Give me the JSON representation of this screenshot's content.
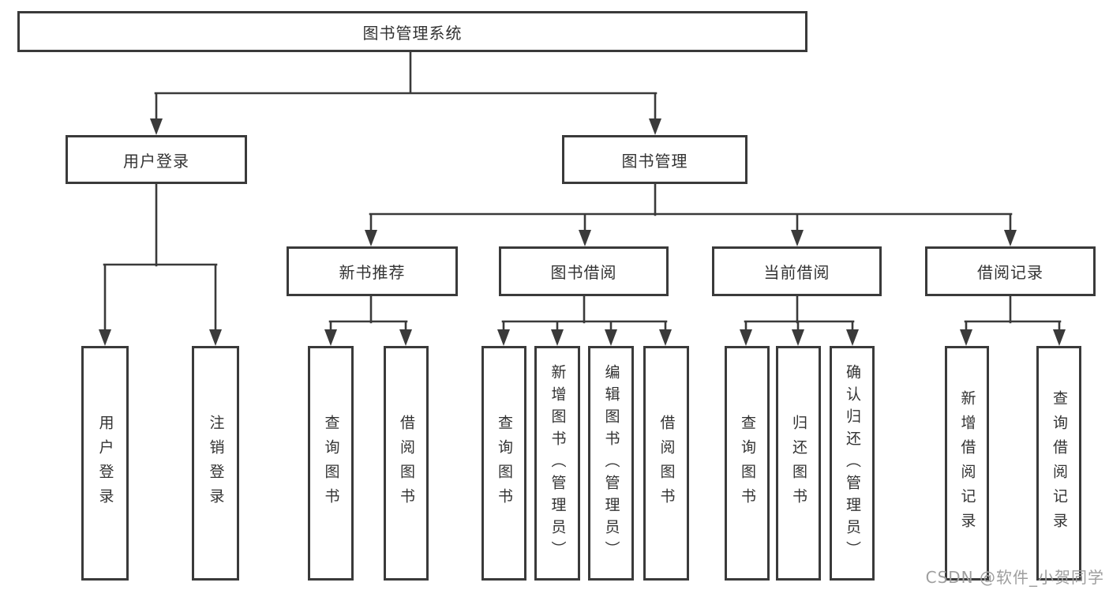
{
  "diagram": {
    "title": "图书管理系统",
    "tree": {
      "label": "图书管理系统",
      "children": [
        {
          "label": "用户登录",
          "children": [
            {
              "label": "用户登录"
            },
            {
              "label": "注销登录"
            }
          ]
        },
        {
          "label": "图书管理",
          "children": [
            {
              "label": "新书推荐",
              "children": [
                {
                  "label": "查询图书"
                },
                {
                  "label": "借阅图书"
                }
              ]
            },
            {
              "label": "图书借阅",
              "children": [
                {
                  "label": "查询图书"
                },
                {
                  "label": "新增图书（管理员）"
                },
                {
                  "label": "编辑图书（管理员）"
                },
                {
                  "label": "借阅图书"
                }
              ]
            },
            {
              "label": "当前借阅",
              "children": [
                {
                  "label": "查询图书"
                },
                {
                  "label": "归还图书"
                },
                {
                  "label": "确认归还（管理员）"
                }
              ]
            },
            {
              "label": "借阅记录",
              "children": [
                {
                  "label": "新增借阅记录"
                },
                {
                  "label": "查询借阅记录"
                }
              ]
            }
          ]
        }
      ]
    },
    "watermark": "CSDN @软件_小贺同学",
    "colors": {
      "line": "#3a3a3a",
      "text": "#333333",
      "watermark_text": "#9e9e9e",
      "background": "#ffffff"
    }
  }
}
